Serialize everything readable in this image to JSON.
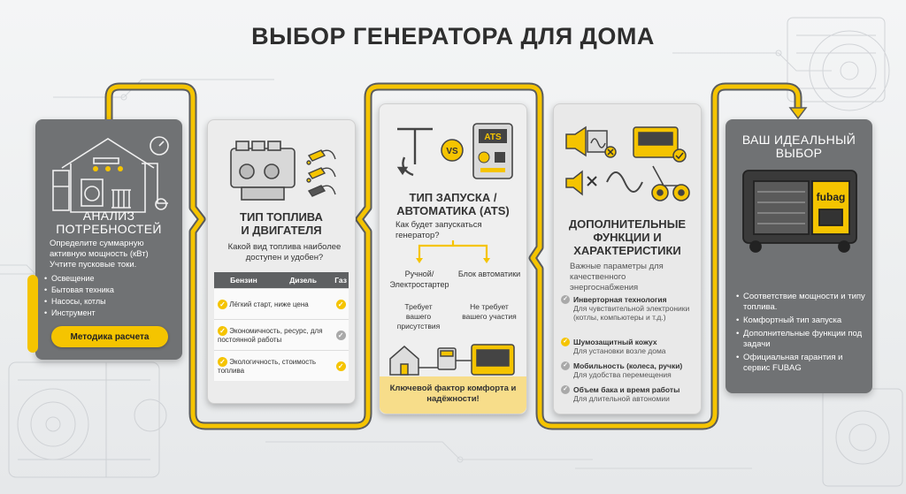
{
  "title": "ВЫБОР ГЕНЕРАТОРА ДЛЯ ДОМА",
  "colors": {
    "accent": "#f5c400",
    "dark_card": "#707274",
    "light_card": "#ececec",
    "text": "#333333"
  },
  "steps": [
    {
      "header_line1": "АНАЛИЗ",
      "header_line2": "ПОТРЕБНОСТЕЙ",
      "icon": "house-appliances-icon",
      "text": "Определите суммарную активную мощность (кВт) Учтите пусковые токи.",
      "bullets": [
        "Освещение",
        "Бытовая техника",
        "Насосы, котлы",
        "Инструмент"
      ],
      "button": "Методика расчета"
    },
    {
      "header_line1": "ТИП ТОПЛИВА",
      "header_line2": "И ДВИГАТЕЛЯ",
      "icon": "engine-fuel-nozzles-icon",
      "question": "Какой вид топлива наиболее доступен и удобен?",
      "table_headers": [
        "Бензин",
        "Дизель",
        "Газ"
      ],
      "rows": [
        {
          "text": "Лёгкий старт, ниже цена",
          "mark": "yes"
        },
        {
          "text": "Экономичность, ресурс, для постоянной работы",
          "mark": "partial"
        },
        {
          "text": "Экологичность, стоимость топлива",
          "mark": "yes"
        }
      ]
    },
    {
      "header_line1": "ТИП ЗАПУСКА /",
      "header_line2": "АВТОМАТИКА (ATS)",
      "icons": [
        "manual-start-handle-icon",
        "vs-badge-icon",
        "ats-panel-icon"
      ],
      "vs_label": "VS",
      "ats_label": "ATS",
      "question": "Как будет запускаться генератор?",
      "option_left": "Ручной/ Электростартер",
      "option_right": "Блок автоматики",
      "note_left": "Требует вашего присутствия",
      "note_right": "Не требует вашего участия",
      "banner": "Ключевой фактор комфорта и надёжности!"
    },
    {
      "header_line1": "ДОПОЛНИТЕЛЬНЫЕ",
      "header_line2": "ФУНКЦИИ И",
      "header_line3": "ХАРАКТЕРИСТИКИ",
      "icons": [
        "inverter-icon",
        "generator-check-icon",
        "mute-speaker-icon",
        "sine-wave-icon",
        "wheels-icon"
      ],
      "intro": "Важные параметры для качественного энергоснабжения",
      "features": [
        {
          "title": "Инверторная технология",
          "sub": "Для чувствительной электроники (котлы, компьютеры и т.д.)"
        },
        {
          "title": "Шумозащитный кожух",
          "sub": "Для установки возле дома"
        },
        {
          "title": "Мобильность (колеса, ручки)",
          "sub": "Для удобства перемещения"
        },
        {
          "title": "Объем бака и время работы",
          "sub": "Для длительной автономии"
        }
      ]
    },
    {
      "header_line1": "ВАШ ИДЕАЛЬНЫЙ",
      "header_line2": "ВЫБОР",
      "icon": "fubag-generator-icon",
      "brand": "fubag",
      "bullets": [
        "Соответствие мощности и типу топлива.",
        "Комфортный тип запуска",
        "Дополнительные функции под задачи",
        "Официальная гарантия и сервис FUBAG"
      ]
    }
  ]
}
